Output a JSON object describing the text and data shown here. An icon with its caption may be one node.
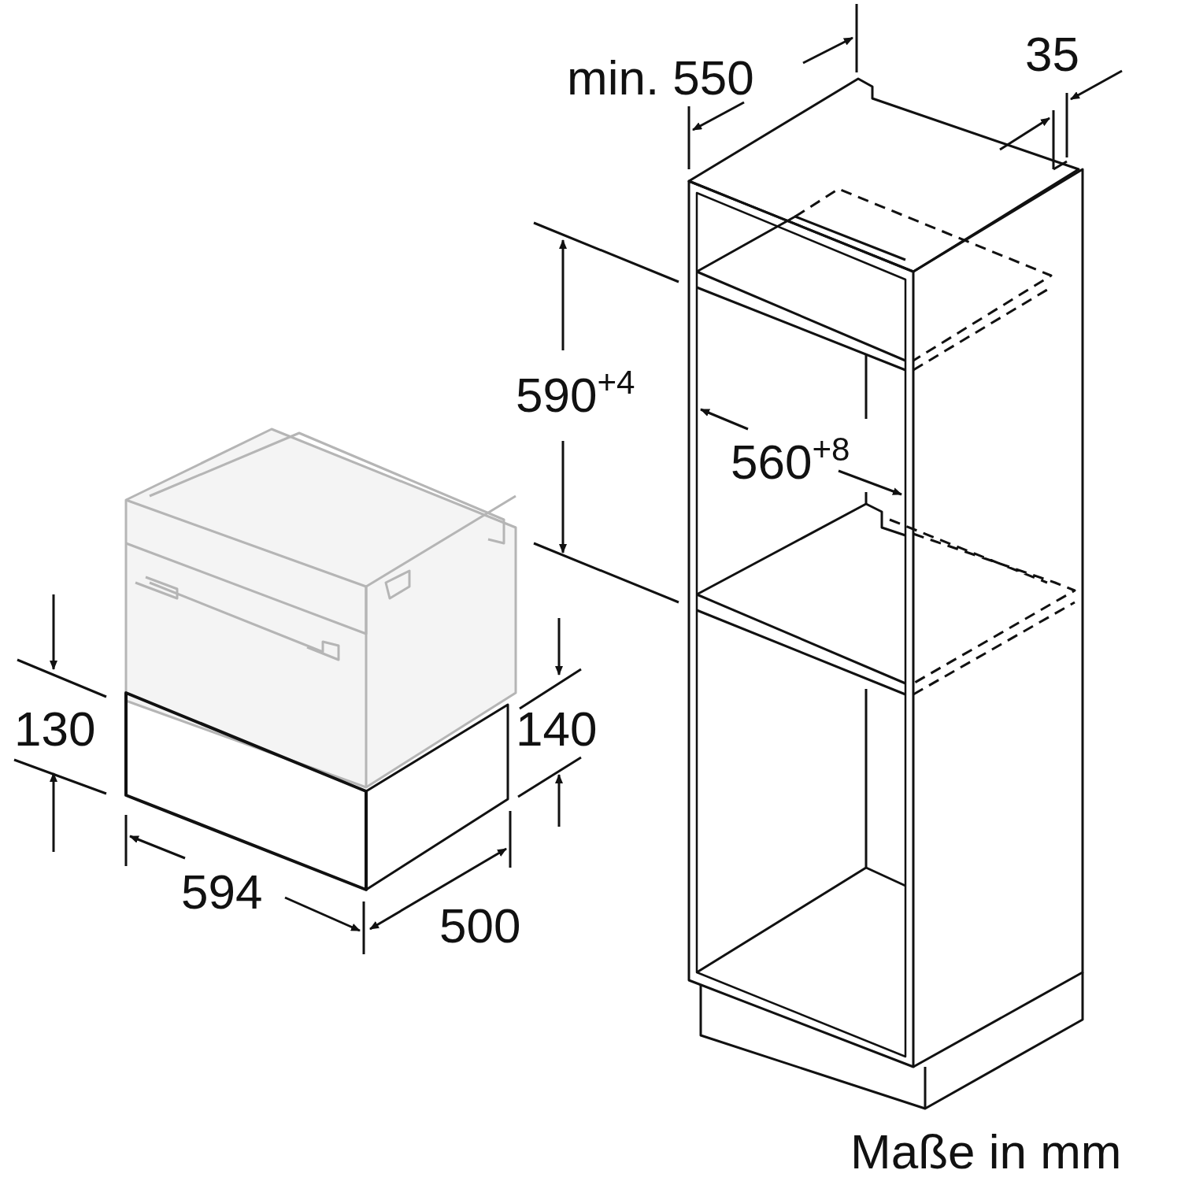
{
  "diagram": {
    "labels": [
      "min. 550",
      "35",
      "590$^{+4}$",
      "560$^{+8}$",
      "130",
      "140",
      "594",
      "500",
      "Maße in mm"
    ]
  }
}
